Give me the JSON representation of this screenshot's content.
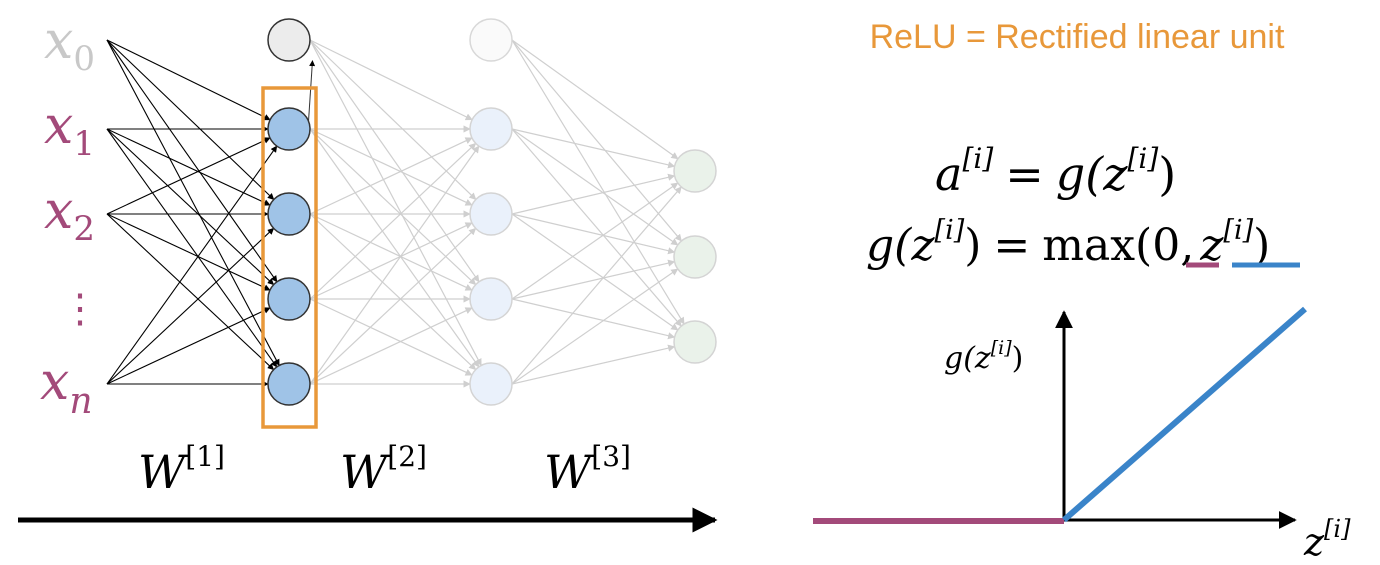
{
  "title": "ReLU = Rectified linear unit",
  "colors": {
    "title": "#e8983a",
    "purple": "#a34a7a",
    "blue": "#3a84c9",
    "hidden_fill": "#9fc3e7",
    "highlight_box": "#e8983a",
    "faded_edge": "#cfcfcf",
    "faded_l2_fill": "#eaf1fb",
    "faded_out_fill": "#eaf2ea"
  },
  "network": {
    "inputs": [
      {
        "base": "x",
        "sub": "0"
      },
      {
        "base": "x",
        "sub": "1"
      },
      {
        "base": "x",
        "sub": "2"
      },
      {
        "base": "⋮",
        "sub": ""
      },
      {
        "base": "x",
        "sub": "n"
      }
    ],
    "weights": [
      {
        "base": "W",
        "sup": "[1]"
      },
      {
        "base": "W",
        "sup": "[2]"
      },
      {
        "base": "W",
        "sup": "[3]"
      }
    ]
  },
  "equations": {
    "eq1": {
      "lhs_base": "a",
      "lhs_sup": "[i]",
      "eq": "=",
      "rhs_func": "g(",
      "rhs_var": "z",
      "rhs_sup": "[i]",
      "rhs_close": ")"
    },
    "eq2": {
      "lhs_func": "g(",
      "lhs_var": "z",
      "lhs_sup": "[i]",
      "lhs_close": ")",
      "eq": "=",
      "max": "max(",
      "zero": "0",
      "comma": ",",
      "var": "z",
      "sup": "[i]",
      "close": ")"
    }
  },
  "plot": {
    "ylabel_func": "g(",
    "ylabel_var": "z",
    "ylabel_sup": "[i]",
    "ylabel_close": ")",
    "xlabel_var": "z",
    "xlabel_sup": "[i]"
  }
}
